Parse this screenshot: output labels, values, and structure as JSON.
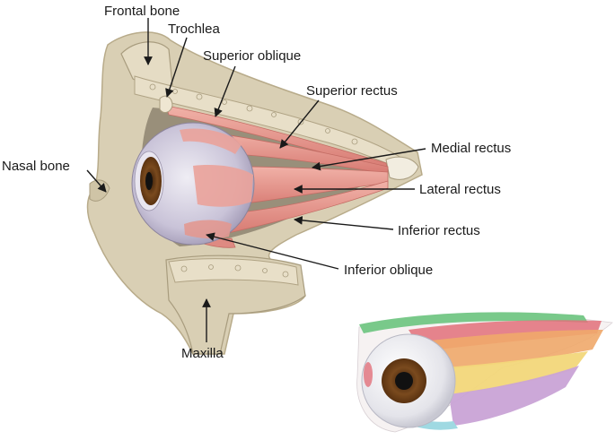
{
  "labels": {
    "frontal_bone": "Frontal bone",
    "trochlea": "Trochlea",
    "superior_oblique": "Superior oblique",
    "superior_rectus": "Superior rectus",
    "nasal_bone": "Nasal bone",
    "medial_rectus": "Medial rectus",
    "lateral_rectus": "Lateral rectus",
    "inferior_rectus": "Inferior rectus",
    "inferior_oblique": "Inferior oblique",
    "maxilla": "Maxilla"
  },
  "colors": {
    "bone": "#d9cfb4",
    "bone_dark": "#b8ab8a",
    "orbit_shadow": "#8d8470",
    "muscle": "#e89990",
    "muscle_dark": "#cf6f68",
    "sclera": "#d8d4e4",
    "iris": "#7a4a1e",
    "pupil": "#111111",
    "inset_green": "#79c98a",
    "inset_orange": "#f0a96a",
    "inset_yellow": "#f2d77a",
    "inset_purple": "#c9a3d6",
    "inset_cyan": "#9fd9e2",
    "inset_red": "#e2707a"
  },
  "icons": [
    "frontal-bone-arrow",
    "trochlea-arrow",
    "superior-oblique-arrow",
    "superior-rectus-arrow",
    "nasal-bone-arrow",
    "medial-rectus-arrow",
    "lateral-rectus-arrow",
    "inferior-rectus-arrow",
    "inferior-oblique-arrow",
    "maxilla-arrow"
  ]
}
